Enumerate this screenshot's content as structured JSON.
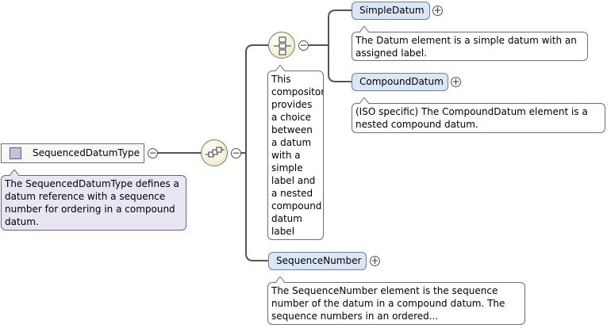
{
  "root": {
    "label": "SequencedDatumType",
    "doc": "The SequencedDatumType defines a datum reference with a sequence number for ordering in a compound datum.",
    "toggle": "−",
    "icon": "complex-type-icon"
  },
  "sequence_compositor": {
    "icon": "sequence-compositor-icon",
    "toggle": "−"
  },
  "choice_compositor": {
    "icon": "choice-compositor-icon",
    "toggle": "−",
    "doc": "This compositor  provides a choice between a datum with a simple label and a nested compound datum label (with an..."
  },
  "elements": [
    {
      "label": "SimpleDatum",
      "expand": "+",
      "doc": "The Datum element is a simple datum with an assigned label."
    },
    {
      "label": "CompoundDatum",
      "expand": "+",
      "doc": "(ISO specific) The CompoundDatum element is a nested compound datum."
    },
    {
      "label": "SequenceNumber",
      "expand": "+",
      "doc": "The SequenceNumber element is the sequence number of the datum in a compound datum. The sequence numbers in an ordered..."
    }
  ],
  "colors": {
    "element_fill": "#dbe7f7",
    "root_doc_fill": "#e9e5f3",
    "connector": "#555555"
  }
}
